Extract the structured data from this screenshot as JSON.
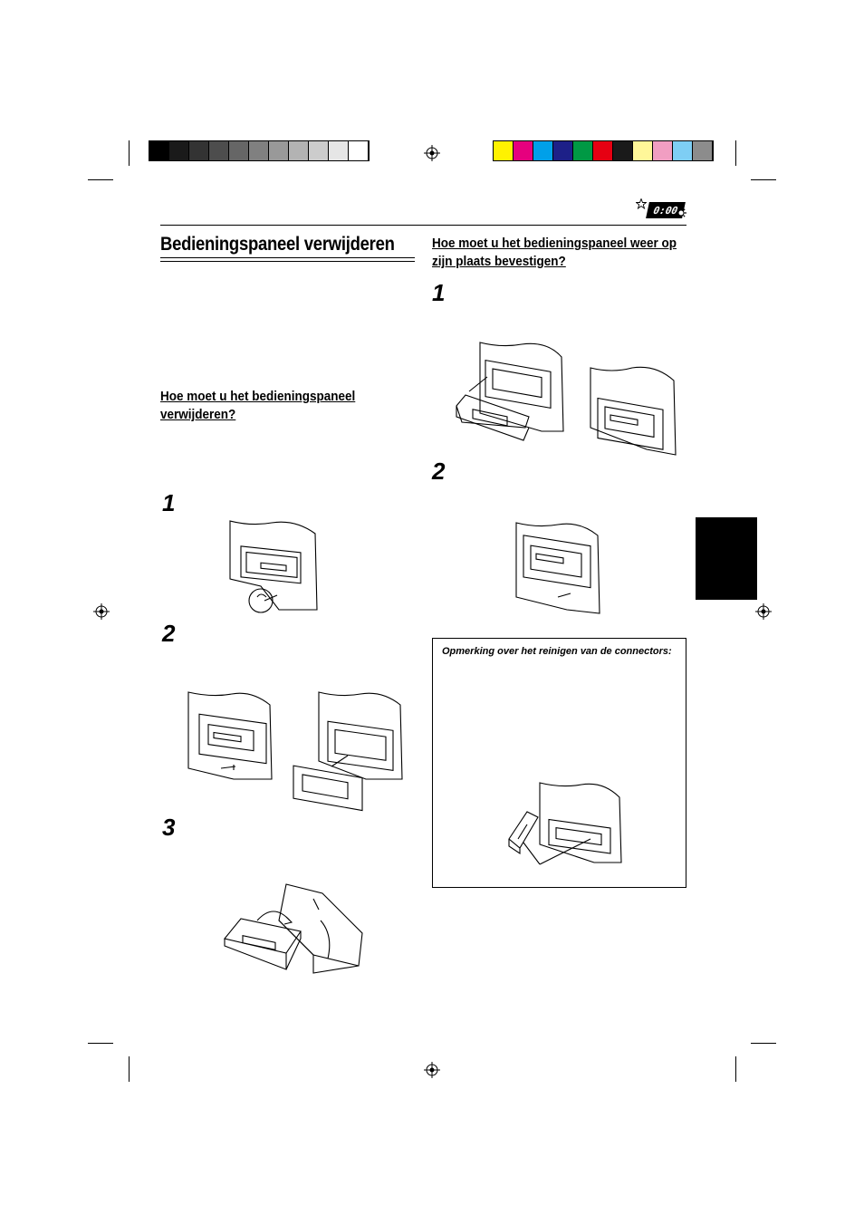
{
  "header": {
    "grayscale_bar": [
      "#000000",
      "#1a1a1a",
      "#333333",
      "#4d4d4d",
      "#666666",
      "#808080",
      "#999999",
      "#b3b3b3",
      "#cccccc",
      "#e6e6e6",
      "#ffffff"
    ],
    "color_bar": [
      "#fff200",
      "#e6007e",
      "#00a0e9",
      "#1d2088",
      "#009944",
      "#e60012",
      "#1a1a1a",
      "#fff799",
      "#f19ec2",
      "#7ecef4",
      "#8c8c8c"
    ],
    "clock_badge": "0:00"
  },
  "left": {
    "title": "Bedieningspaneel verwijderen",
    "subheading": "Hoe moet u het bedieningspaneel verwijderen?",
    "steps": [
      "1",
      "2",
      "3"
    ]
  },
  "right": {
    "subheading": "Hoe moet u het bedieningspaneel weer op zijn plaats bevestigen?",
    "steps": [
      "1",
      "2"
    ],
    "note_title": "Opmerking over het reinigen van de connectors:"
  },
  "icons": {
    "registration": "registration-mark-icon",
    "badge": "clock-display-icon"
  }
}
